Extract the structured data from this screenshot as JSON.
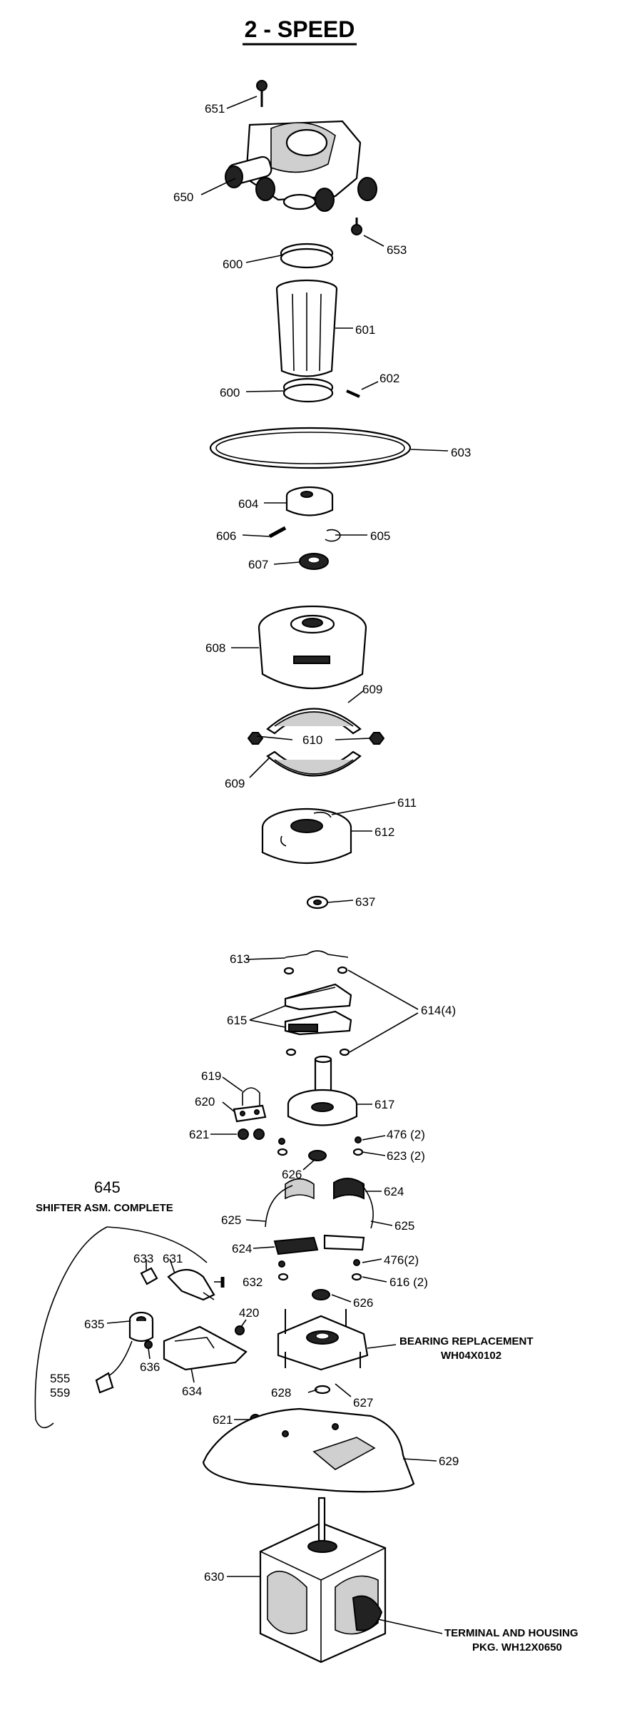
{
  "title": "2 - SPEED",
  "callouts": {
    "p651": "651",
    "p650": "650",
    "p653": "653",
    "p600a": "600",
    "p601": "601",
    "p600b": "600",
    "p602": "602",
    "p603": "603",
    "p604": "604",
    "p606": "606",
    "p605": "605",
    "p607": "607",
    "p608": "608",
    "p609a": "609",
    "p610": "610",
    "p609b": "609",
    "p611": "611",
    "p612": "612",
    "p637": "637",
    "p613": "613",
    "p614": "614(4)",
    "p615": "615",
    "p619": "619",
    "p620": "620",
    "p617": "617",
    "p621a": "621",
    "p476a": "476 (2)",
    "p623": "623 (2)",
    "p626a": "626",
    "p645": "645",
    "p624a": "624",
    "p625a": "625",
    "p625b": "625",
    "p624b": "624",
    "p476b": "476(2)",
    "p633": "633",
    "p631": "631",
    "p632": "632",
    "p616": "616 (2)",
    "p626b": "626",
    "p635": "635",
    "p420": "420",
    "p636": "636",
    "p634": "634",
    "p555": "555",
    "p559": "559",
    "p628": "628",
    "p627": "627",
    "p621b": "621",
    "p629": "629",
    "p630": "630"
  },
  "notes": {
    "shifter": "SHIFTER ASM. COMPLETE",
    "bearing_line1": "BEARING REPLACEMENT",
    "bearing_line2": "WH04X0102",
    "terminal_line1": "TERMINAL AND HOUSING",
    "terminal_line2": "PKG. WH12X0650"
  }
}
